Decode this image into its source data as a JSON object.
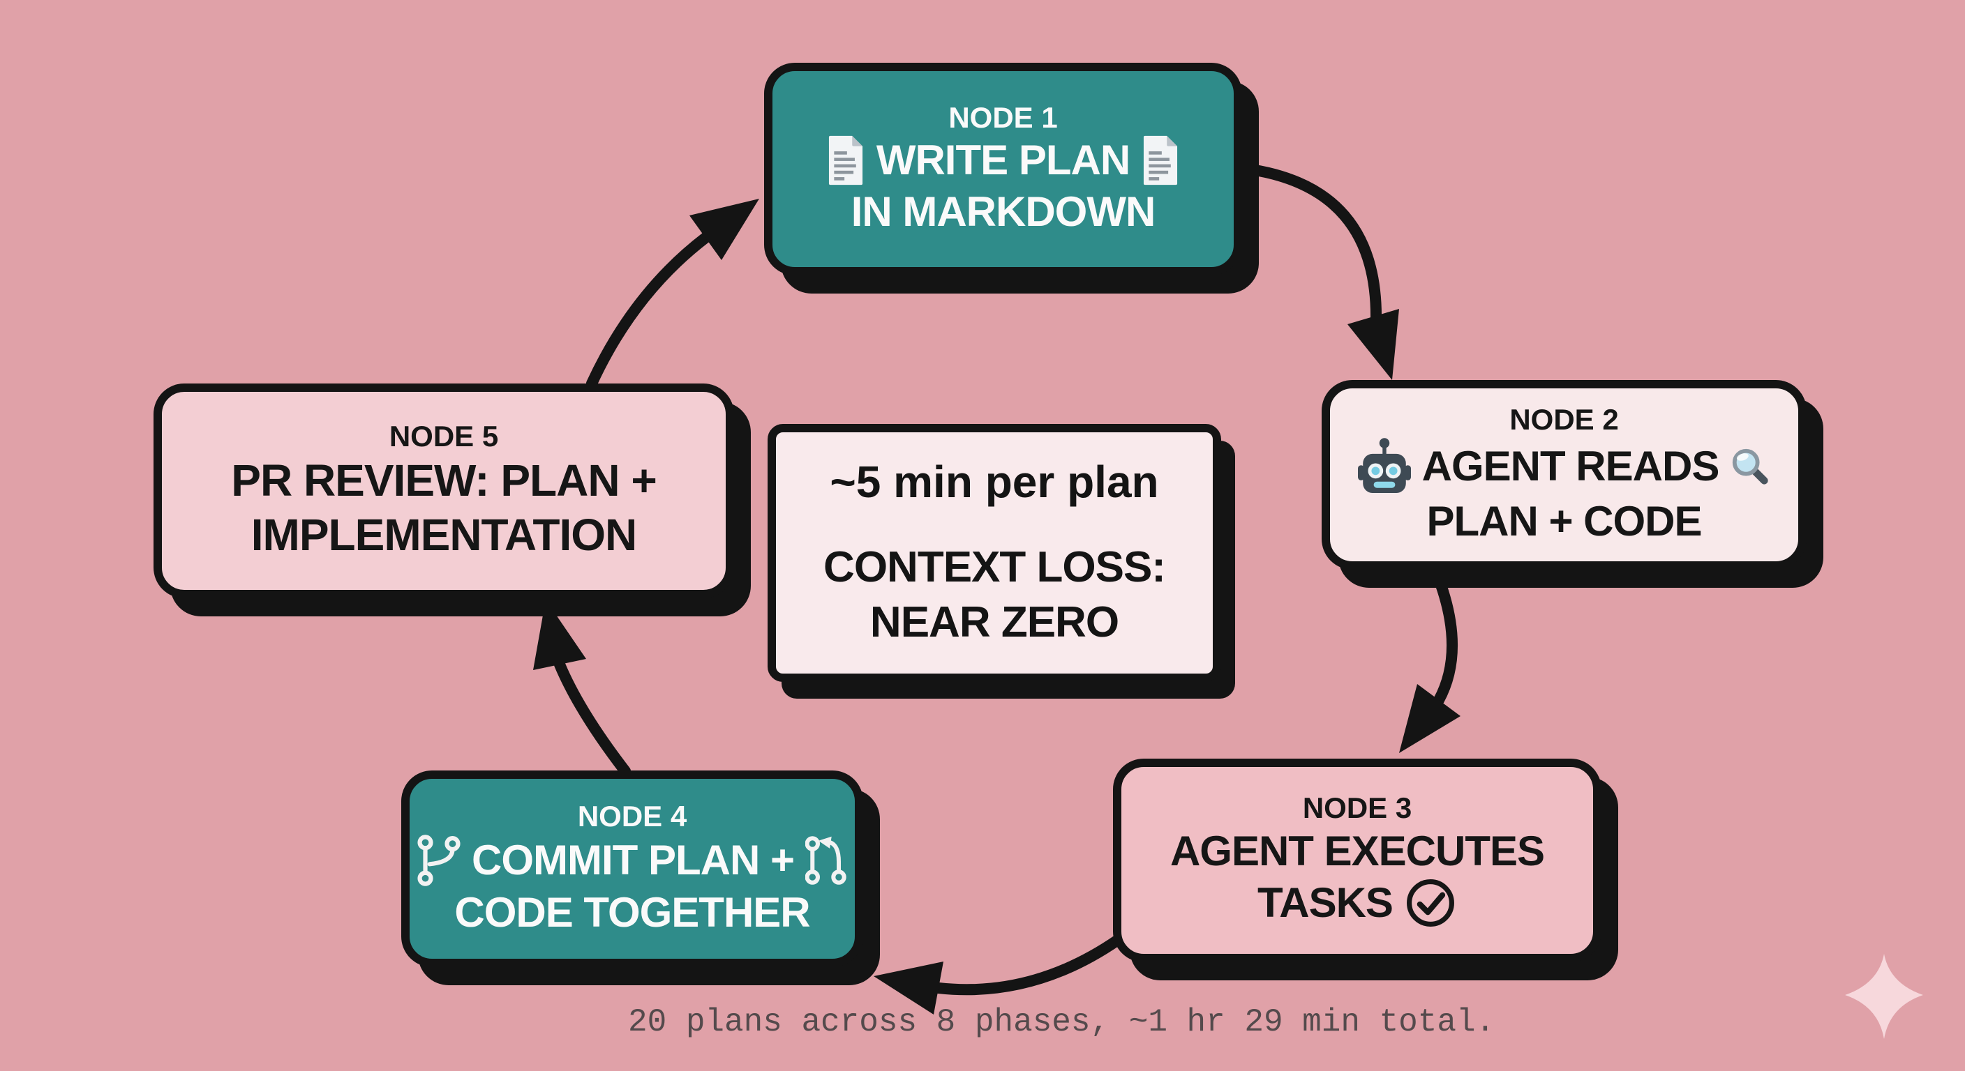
{
  "diagram": {
    "type": "cycle-flowchart",
    "background_color": "#E0A1A8",
    "colors": {
      "teal_node": "#2F8C8A",
      "light_node": "#F8E9EA",
      "node3_pink": "#F0BEC4",
      "node5_pink": "#F3CED3",
      "border_black": "#141414",
      "caption_text": "#544A4C",
      "sparkle_pink": "#F7D8DC"
    },
    "nodes": [
      {
        "id": "node1",
        "title": "NODE 1",
        "line1": "WRITE PLAN",
        "line2": "IN MARKDOWN",
        "style": "teal",
        "icons": [
          "document-icon",
          "document-icon"
        ]
      },
      {
        "id": "node2",
        "title": "NODE 2",
        "line1": "AGENT READS",
        "line2": "PLAN + CODE",
        "style": "light",
        "icons": [
          "robot-icon",
          "magnifier-icon"
        ]
      },
      {
        "id": "node3",
        "title": "NODE 3",
        "line1": "AGENT EXECUTES",
        "line2": "TASKS",
        "style": "pink",
        "icons": [
          "check-circle-icon"
        ]
      },
      {
        "id": "node4",
        "title": "NODE 4",
        "line1": "COMMIT PLAN +",
        "line2": "CODE TOGETHER",
        "style": "teal",
        "icons": [
          "git-branch-icon",
          "git-pull-request-icon"
        ]
      },
      {
        "id": "node5",
        "title": "NODE 5",
        "line1": "PR REVIEW: PLAN +",
        "line2": "IMPLEMENTATION",
        "style": "pink",
        "icons": []
      }
    ],
    "edges": [
      {
        "from": "node1",
        "to": "node2"
      },
      {
        "from": "node2",
        "to": "node3"
      },
      {
        "from": "node3",
        "to": "node4"
      },
      {
        "from": "node4",
        "to": "node5"
      },
      {
        "from": "node5",
        "to": "node1"
      }
    ],
    "center_box": {
      "line1": "~5 min per plan",
      "line2": "CONTEXT LOSS:",
      "line3": "NEAR ZERO"
    },
    "caption": "20 plans across 8 phases, ~1 hr 29 min total."
  }
}
